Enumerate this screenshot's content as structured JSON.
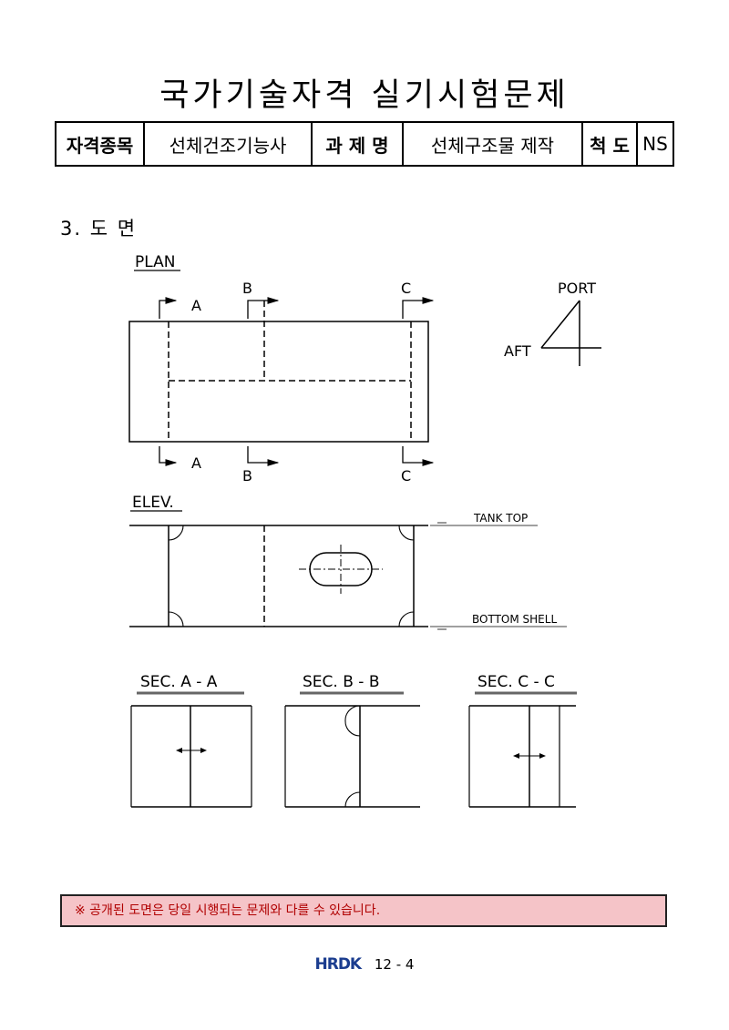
{
  "title": "국가기술자격 실기시험문제",
  "header": {
    "field_label": "자격종목",
    "field_value": "선체건조기능사",
    "task_label": "과 제 명",
    "task_value": "선체구조물 제작",
    "scale_label": "척 도",
    "scale_value": "NS"
  },
  "section_title": "3. 도 면",
  "drawing": {
    "plan_label": "PLAN",
    "elev_label": "ELEV.",
    "port_label": "PORT",
    "aft_label": "AFT",
    "tank_top_label": "TANK TOP",
    "bottom_shell_label": "BOTTOM SHELL",
    "cut_a": "A",
    "cut_b": "B",
    "cut_c": "C",
    "sec_a_label": "SEC. A - A",
    "sec_b_label": "SEC. B - B",
    "sec_c_label": "SEC. C - C"
  },
  "notice": "※ 공개된 도면은 당일 시행되는 문제와 다를 수 있습니다.",
  "footer": {
    "logo": "HRDK",
    "page": "12 - 4"
  }
}
